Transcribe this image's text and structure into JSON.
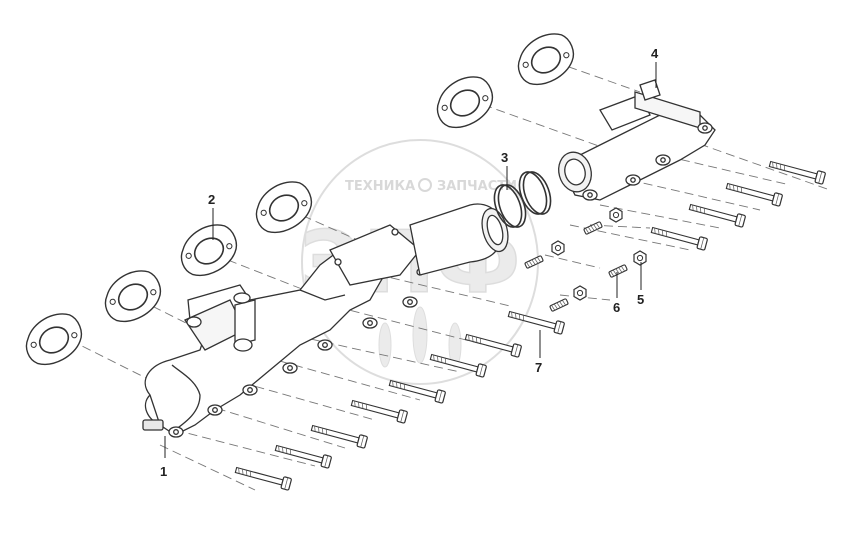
{
  "watermark": {
    "top_left": "ТЕХНИКА",
    "top_right": "ЗАПЧАСТИ",
    "brand": "ЭПФ"
  },
  "callouts": [
    {
      "id": "1",
      "label": "1"
    },
    {
      "id": "2",
      "label": "2"
    },
    {
      "id": "3",
      "label": "3"
    },
    {
      "id": "4",
      "label": "4"
    },
    {
      "id": "5",
      "label": "5"
    },
    {
      "id": "6",
      "label": "6"
    },
    {
      "id": "7",
      "label": "7"
    }
  ]
}
